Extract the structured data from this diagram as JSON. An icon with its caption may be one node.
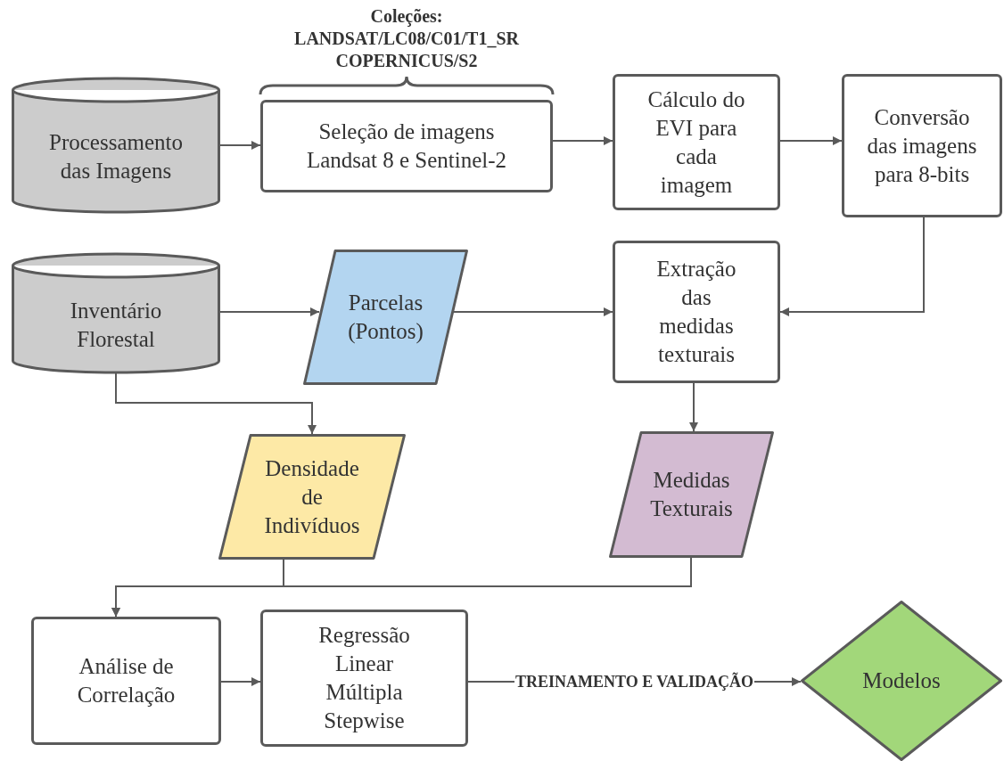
{
  "diagram": {
    "nodes": [
      {
        "text": [
          "Processamento das Imagens"
        ]
      },
      {
        "text": [
          "Seleção de imagens Landsat 8 e Sentinel-2"
        ],
        "beside": [
          "Coleções: LANDSAT/LC08/C01/T1_SR COPERNICUS/S2"
        ]
      },
      {
        "text": [
          "Cálculo do EVI para cada imagem"
        ]
      },
      {
        "text": [
          "Conversão das imagens para 8-bits"
        ]
      },
      {
        "text": [
          "Inventário Florestal"
        ]
      },
      {
        "text": [
          "Parcelas (Pontos)"
        ]
      },
      {
        "text": [
          "Extração das medidas texturais"
        ]
      },
      {
        "text": [
          "Densidade de Indivíduos"
        ]
      },
      {
        "text": [
          "Medidas Texturais"
        ]
      },
      {
        "text": [
          "Análise de Correlação"
        ]
      },
      {
        "text": [
          "Regressão Linear Múltipla Stepwise"
        ]
      },
      {
        "text": [
          "Modelos"
        ]
      }
    ],
    "edges": [
      {
        "from": 0,
        "to": 1,
        "arrow": "to"
      },
      {
        "from": 1,
        "to": 2,
        "arrow": "to"
      },
      {
        "from": 2,
        "to": 3,
        "arrow": "to"
      },
      {
        "from": 3,
        "to": 6,
        "arrow": "to"
      },
      {
        "from": 4,
        "to": 5,
        "arrow": "to"
      },
      {
        "from": 5,
        "to": 6,
        "arrow": "to"
      },
      {
        "from": 4,
        "to": 7,
        "arrow": "to"
      },
      {
        "from": 6,
        "to": 8,
        "arrow": "to"
      },
      {
        "from": 7,
        "to": 9,
        "arrow": "to"
      },
      {
        "from": 8,
        "to": 9,
        "arrow": "to"
      },
      {
        "from": 9,
        "to": 10,
        "arrow": "to"
      },
      {
        "from": 10,
        "to": 11,
        "arrow": "to",
        "label": "TREINAMENTO E VALIDAÇÃO"
      }
    ]
  }
}
